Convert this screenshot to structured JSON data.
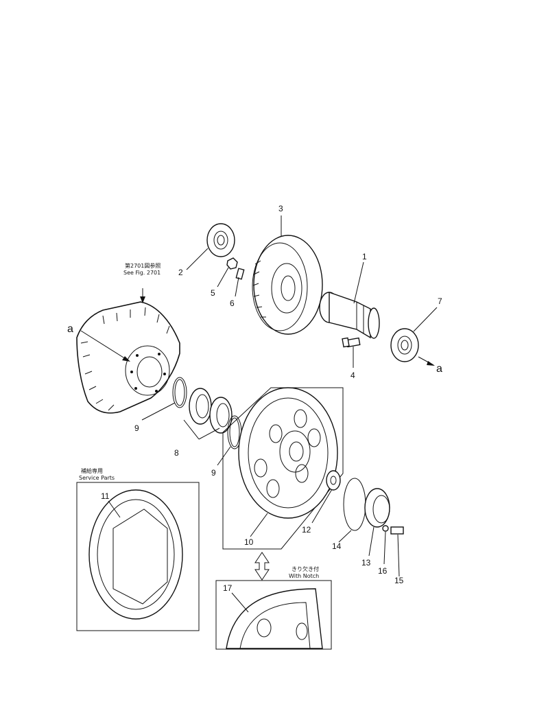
{
  "diagram": {
    "callouts": [
      {
        "id": "c1",
        "text": "1"
      },
      {
        "id": "c2",
        "text": "2"
      },
      {
        "id": "c3",
        "text": "3"
      },
      {
        "id": "c4",
        "text": "4"
      },
      {
        "id": "c5",
        "text": "5"
      },
      {
        "id": "c6",
        "text": "6"
      },
      {
        "id": "c7",
        "text": "7"
      },
      {
        "id": "c8",
        "text": "8"
      },
      {
        "id": "c9a",
        "text": "9"
      },
      {
        "id": "c9b",
        "text": "9"
      },
      {
        "id": "c10",
        "text": "10"
      },
      {
        "id": "c11",
        "text": "11"
      },
      {
        "id": "c12",
        "text": "12"
      },
      {
        "id": "c13",
        "text": "13"
      },
      {
        "id": "c14",
        "text": "14"
      },
      {
        "id": "c15",
        "text": "15"
      },
      {
        "id": "c16",
        "text": "16"
      },
      {
        "id": "c17",
        "text": "17"
      }
    ],
    "reference_mark_left": "a",
    "reference_mark_right": "a",
    "see_fig_jp": "第2701図参照",
    "see_fig_en": "See Fig. 2701",
    "service_parts_jp": "補給専用",
    "service_parts_en": "Service Parts",
    "with_notch_jp": "きり欠き付",
    "with_notch_en": "With Notch"
  }
}
